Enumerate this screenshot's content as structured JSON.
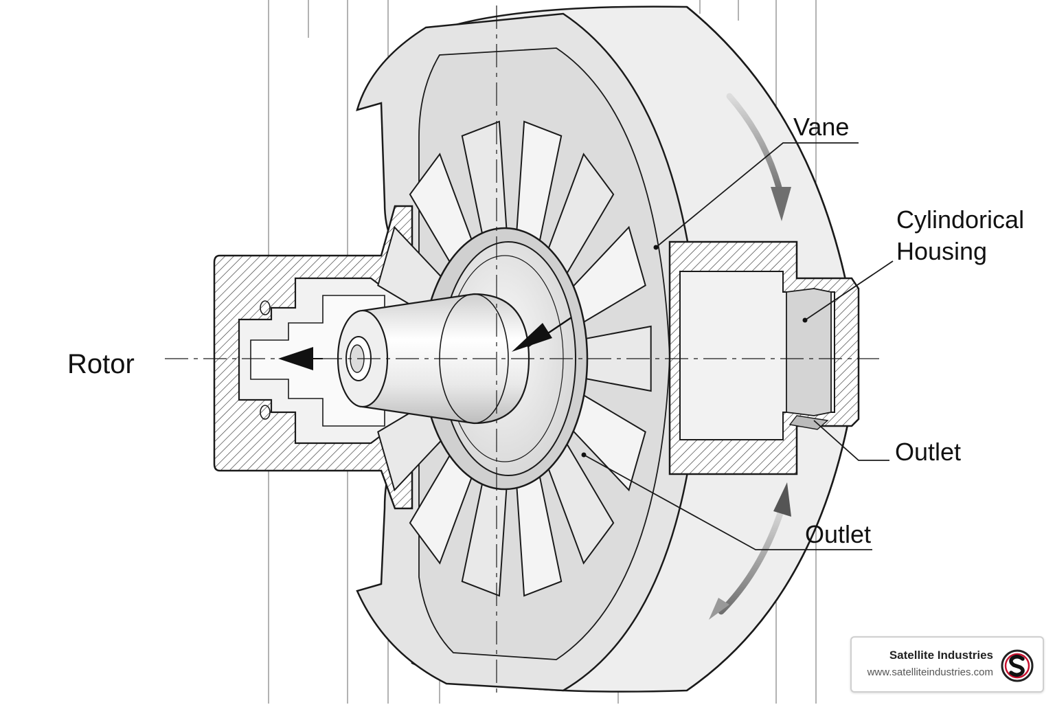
{
  "labels": {
    "vane": "Vane",
    "housing_line1": "Cylindorical",
    "housing_line2": "Housing",
    "rotor": "Rotor",
    "outlet_upper": "Outlet",
    "outlet_lower": "Outlet"
  },
  "brand": {
    "name": "Satellite Industries",
    "url": "www.satelliteindustries.com",
    "logo_icon": "satellite-s-logo-icon",
    "logo_color": "#c8102e"
  },
  "colors": {
    "ink": "#1a1a1a",
    "housing_fill": "#e6e6e6",
    "section_fill": "#f2f2f2",
    "vane_fill": "#f7f7f7",
    "arrow_gray": "#7a7a7a"
  }
}
